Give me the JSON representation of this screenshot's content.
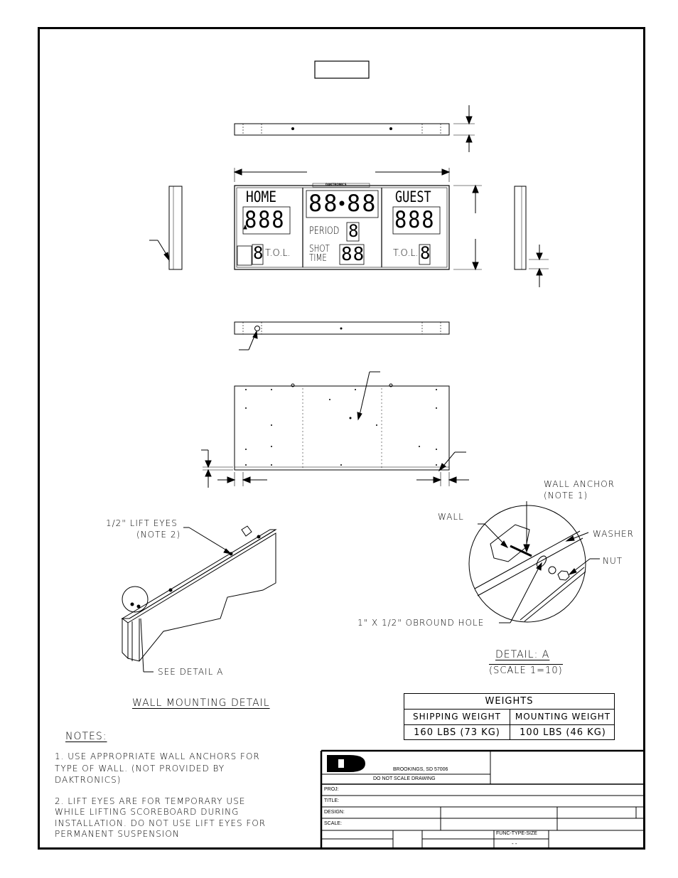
{
  "scoreboard": {
    "home_label": "HOME",
    "guest_label": "GUEST",
    "home_score": "888",
    "guest_score": "888",
    "clock_left": "88",
    "clock_right": "88",
    "period_label": "PERIOD",
    "period_digit": "8",
    "shot_label_1": "SHOT",
    "shot_label_2": "TIME",
    "shot_digits": "88",
    "tol_home": "T.O.L.",
    "tol_guest": "T.O.L.",
    "tol_digit_home": "8",
    "tol_digit_guest": "8",
    "brand": "DAKTRONICS"
  },
  "callouts": {
    "lift_eyes": "1/2\" LIFT EYES",
    "lift_eyes_note": "(NOTE 2)",
    "see_detail": "SEE DETAIL A",
    "wall_anchor": "WALL ANCHOR",
    "wall_anchor_note": "(NOTE 1)",
    "wall": "WALL",
    "washer": "WASHER",
    "nut": "NUT",
    "obround_hole": "1\" X 1/2\" OBROUND HOLE"
  },
  "headings": {
    "wall_mounting_detail": "WALL MOUNTING DETAIL",
    "detail_a": "DETAIL: A",
    "detail_scale": "(SCALE 1=10)",
    "notes": "NOTES:"
  },
  "weights": {
    "title": "WEIGHTS",
    "shipping_label": "SHIPPING WEIGHT",
    "mounting_label": "MOUNTING WEIGHT",
    "shipping_value": "160 LBS (73 KG)",
    "mounting_value": "100 LBS (46 KG)"
  },
  "notes": [
    {
      "line1": "1.   USE APPROPRIATE WALL ANCHORS FOR",
      "line2": "TYPE OF WALL. (NOT PROVIDED BY",
      "line3": "DAKTRONICS)"
    },
    {
      "line1": "2.   LIFT EYES ARE FOR TEMPORARY USE",
      "line2": "WHILE LIFTING SCOREBOARD DURING",
      "line3": "INSTALLATION.  DO NOT USE LIFT EYES FOR",
      "line4": "PERMANENT SUSPENSION"
    }
  ],
  "title_block": {
    "location": "BROOKINGS, SD  57006",
    "warning": "DO NOT SCALE DRAWING",
    "proj": "PROJ:",
    "title": "TITLE:",
    "design": "DESIGN:",
    "scale": "SCALE:",
    "func_type_size": "FUNC-TYPE-SIZE",
    "fts_value": "-   -"
  }
}
